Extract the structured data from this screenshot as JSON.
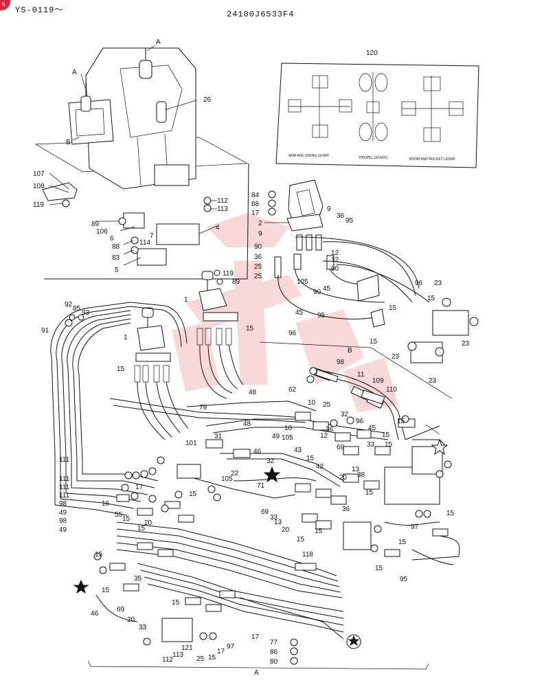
{
  "header": {
    "serial_range": "YS-0119～",
    "drawing_number": "24100J6533F4",
    "corner_badge": "6"
  },
  "legend_box": {
    "ref": "120",
    "captions": [
      "ARM AND SWING LEVER",
      "PROPEL LEVERS",
      "BOOM AND BUCKET LEVER"
    ]
  },
  "view_markers": {
    "a": "A",
    "b": "B"
  },
  "watermark": {
    "color": "#e05050"
  },
  "callouts_inset": [
    "26",
    "107",
    "108",
    "119",
    "112",
    "113",
    "89",
    "106",
    "6",
    "7",
    "4",
    "88",
    "114",
    "83",
    "5"
  ],
  "callouts_valve": [
    "84",
    "88",
    "17",
    "2",
    "9",
    "36",
    "95",
    "9",
    "90",
    "12",
    "36",
    "25",
    "12",
    "25",
    "90",
    "105",
    "45",
    "90",
    "96",
    "23",
    "15",
    "45",
    "95",
    "96",
    "15",
    "15",
    "23",
    "23",
    "23"
  ],
  "callouts_lever": [
    "119",
    "89",
    "1",
    "15",
    "1",
    "15"
  ],
  "callouts_left": [
    "92",
    "85",
    "93",
    "91",
    "111",
    "111",
    "111",
    "111",
    "98",
    "49",
    "98",
    "49"
  ],
  "callouts_main": [
    "98",
    "11",
    "109",
    "110",
    "48",
    "62",
    "10",
    "25",
    "79",
    "32",
    "96",
    "45",
    "15",
    "48",
    "10",
    "36",
    "105",
    "12",
    "15",
    "101",
    "31",
    "49",
    "46",
    "69",
    "43",
    "33",
    "15",
    "71",
    "22",
    "105",
    "32",
    "15",
    "42",
    "13",
    "20",
    "38",
    "15",
    "16",
    "17",
    "15",
    "36",
    "69",
    "33",
    "13",
    "20",
    "15",
    "15",
    "55",
    "15",
    "20",
    "97",
    "15",
    "15",
    "15",
    "15",
    "15",
    "35",
    "69",
    "15",
    "20",
    "33",
    "46",
    "95",
    "118",
    "15",
    "121",
    "17",
    "113",
    "112",
    "25",
    "15",
    "17",
    "97",
    "77",
    "86",
    "80"
  ]
}
